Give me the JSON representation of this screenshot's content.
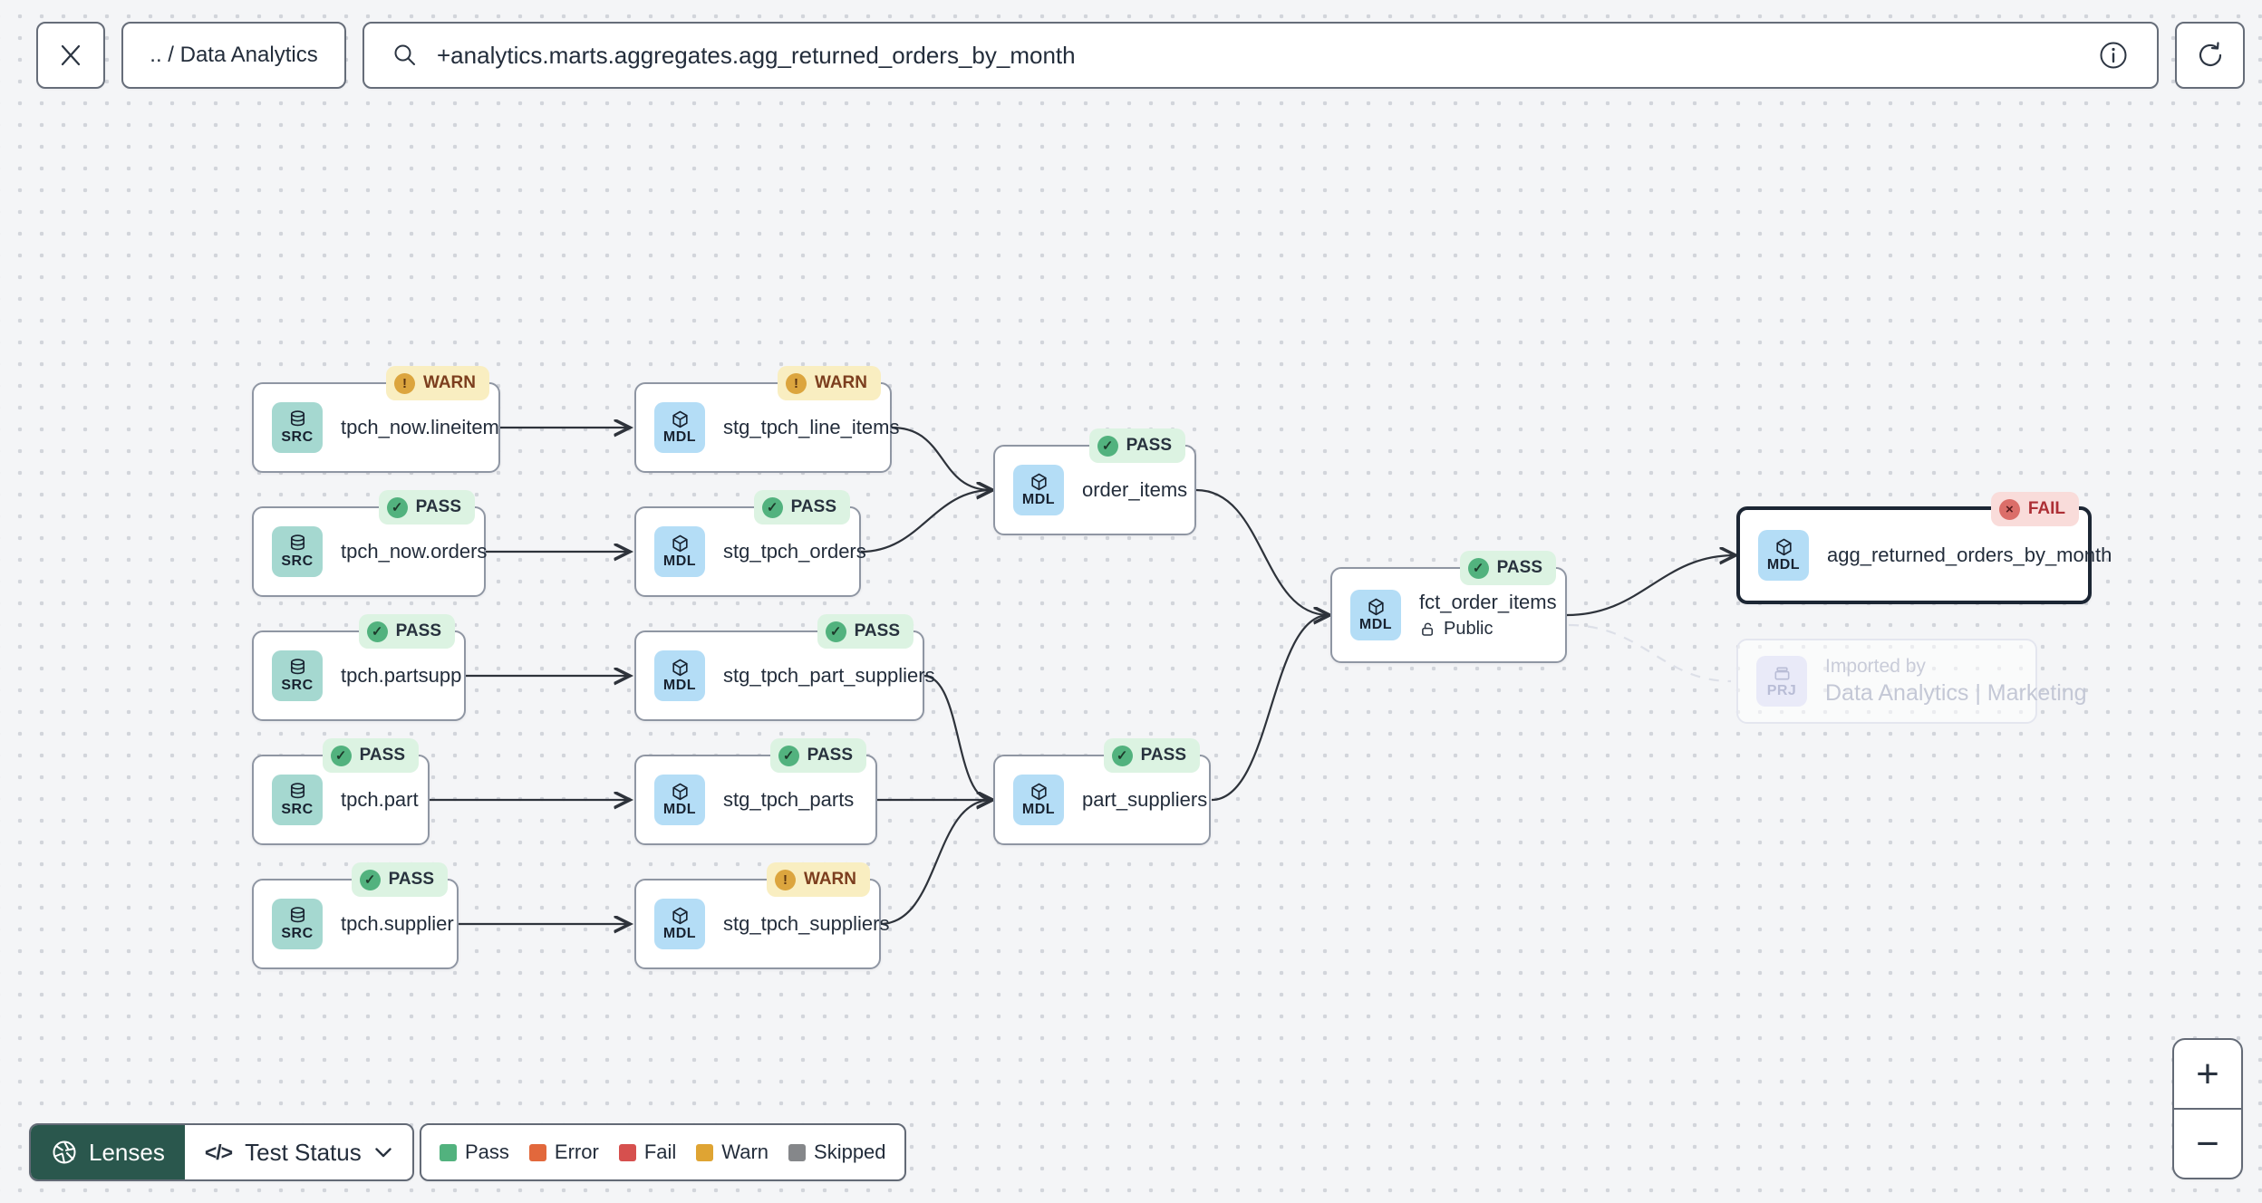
{
  "toolbar": {
    "breadcrumb": ".. / Data Analytics",
    "search_value": "+analytics.marts.aggregates.agg_returned_orders_by_month"
  },
  "nodes": [
    {
      "kind": "SRC",
      "label": "tpch_now.lineitem",
      "status": "WARN"
    },
    {
      "kind": "MDL",
      "label": "stg_tpch_line_items",
      "status": "WARN"
    },
    {
      "kind": "SRC",
      "label": "tpch_now.orders",
      "status": "PASS"
    },
    {
      "kind": "MDL",
      "label": "stg_tpch_orders",
      "status": "PASS"
    },
    {
      "kind": "SRC",
      "label": "tpch.partsupp",
      "status": "PASS"
    },
    {
      "kind": "MDL",
      "label": "stg_tpch_part_suppliers",
      "status": "PASS"
    },
    {
      "kind": "SRC",
      "label": "tpch.part",
      "status": "PASS"
    },
    {
      "kind": "MDL",
      "label": "stg_tpch_parts",
      "status": "PASS"
    },
    {
      "kind": "SRC",
      "label": "tpch.supplier",
      "status": "PASS"
    },
    {
      "kind": "MDL",
      "label": "stg_tpch_suppliers",
      "status": "WARN"
    },
    {
      "kind": "MDL",
      "label": "order_items",
      "status": "PASS"
    },
    {
      "kind": "MDL",
      "label": "part_suppliers",
      "status": "PASS"
    },
    {
      "kind": "MDL",
      "label": "fct_order_items",
      "status": "PASS",
      "access": "Public"
    },
    {
      "kind": "MDL",
      "label": "agg_returned_orders_by_month",
      "status": "FAIL",
      "selected": true
    }
  ],
  "ghost_node": {
    "kind": "PRJ",
    "title": "Imported by",
    "subtitle": "Data Analytics | Marketing"
  },
  "edges": [
    [
      "tpch_now.lineitem",
      "stg_tpch_line_items"
    ],
    [
      "tpch_now.orders",
      "stg_tpch_orders"
    ],
    [
      "tpch.partsupp",
      "stg_tpch_part_suppliers"
    ],
    [
      "tpch.part",
      "stg_tpch_parts"
    ],
    [
      "tpch.supplier",
      "stg_tpch_suppliers"
    ],
    [
      "stg_tpch_line_items",
      "order_items"
    ],
    [
      "stg_tpch_orders",
      "order_items"
    ],
    [
      "stg_tpch_part_suppliers",
      "part_suppliers"
    ],
    [
      "stg_tpch_parts",
      "part_suppliers"
    ],
    [
      "stg_tpch_suppliers",
      "part_suppliers"
    ],
    [
      "order_items",
      "fct_order_items"
    ],
    [
      "part_suppliers",
      "fct_order_items"
    ],
    [
      "fct_order_items",
      "agg_returned_orders_by_month"
    ],
    [
      "fct_order_items",
      "Data Analytics | Marketing"
    ]
  ],
  "controls": {
    "lenses_label": "Lenses",
    "lens_icon": "</>",
    "active_lens": "Test Status",
    "legend": [
      {
        "label": "Pass",
        "color": "#52b27e"
      },
      {
        "label": "Error",
        "color": "#e2683c"
      },
      {
        "label": "Fail",
        "color": "#d6504e"
      },
      {
        "label": "Warn",
        "color": "#dfa433"
      },
      {
        "label": "Skipped",
        "color": "#85878a"
      }
    ]
  },
  "zoom_controls": {
    "zoom_in": "+",
    "zoom_out": "−"
  },
  "status_colors": {
    "pass_badge_bg": "#dcf3e2",
    "pass_dot": "#52b27e",
    "warn_badge_bg": "#f9eec1",
    "warn_dot": "#dca53e",
    "fail_badge_bg": "#f9dcda",
    "fail_dot": "#db6e69",
    "src_tile": "#a5d8d0",
    "mdl_tile": "#b4ddf6",
    "prj_tile": "#e9eaf8",
    "lenses_button": "#2a574d"
  }
}
